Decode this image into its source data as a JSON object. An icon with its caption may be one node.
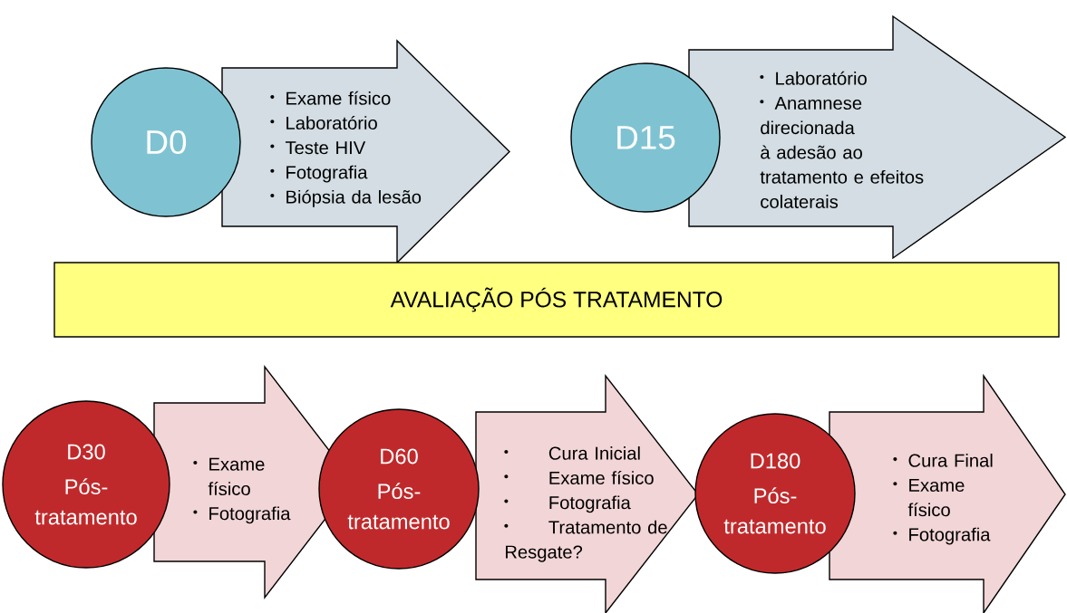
{
  "diagram": {
    "nodes": [
      {
        "text": [
          "D0"
        ]
      },
      {
        "text": [
          "Exame físico",
          "Laboratório",
          "Teste HIV",
          "Fotografia",
          "Biópsia da lesão"
        ]
      },
      {
        "text": [
          "D15"
        ]
      },
      {
        "text": [
          "Laboratório",
          "Anamnese direcionada à adesão ao tratamento  e efeitos colaterais"
        ]
      },
      {
        "text": [
          "AVALIAÇÃO PÓS TRATAMENTO"
        ]
      },
      {
        "text": [
          "D30",
          "Pós-tratamento"
        ]
      },
      {
        "text": [
          "Exame físico",
          "Fotografia"
        ]
      },
      {
        "text": [
          "D60",
          "Pós-tratamento"
        ]
      },
      {
        "text": [
          "Cura Inicial",
          "Exame físico",
          "Fotografia",
          "Tratamento de Resgate?"
        ]
      },
      {
        "text": [
          "D180",
          "Pós-tratamento"
        ]
      },
      {
        "text": [
          "Cura Final",
          "Exame físico",
          "Fotografia"
        ]
      }
    ]
  }
}
